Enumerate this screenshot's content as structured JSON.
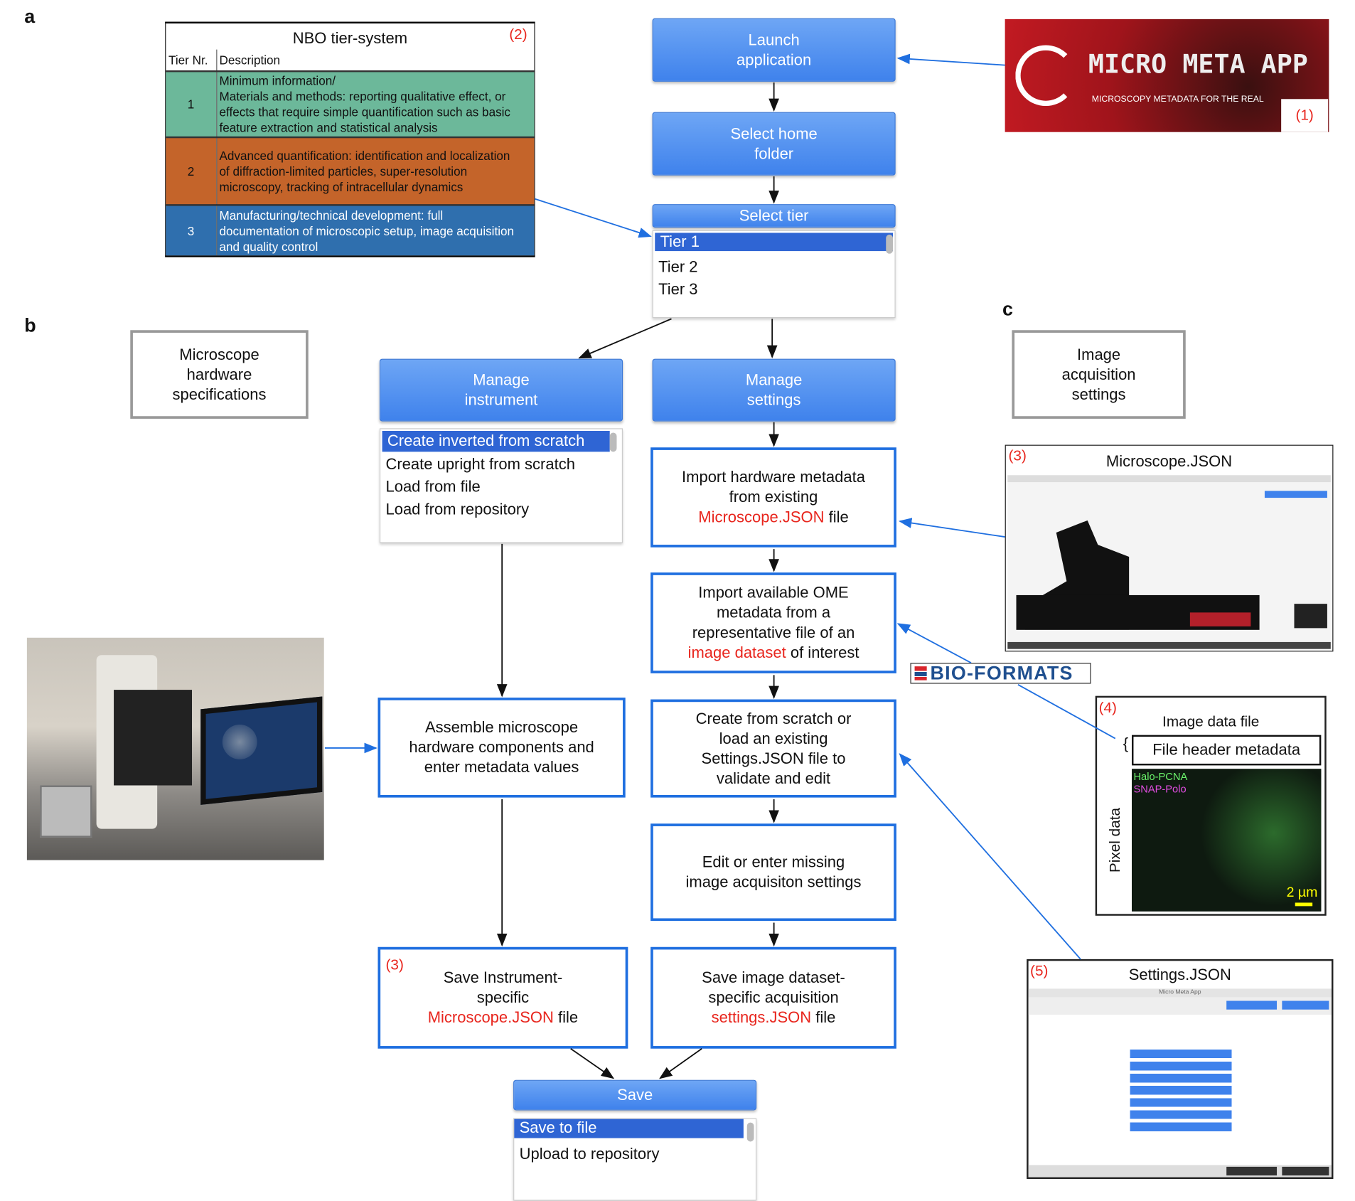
{
  "panels": {
    "a": "a",
    "b": "b",
    "c": "c"
  },
  "nbo": {
    "title": "NBO tier-system",
    "ref": "(2)",
    "headers": [
      "Tier Nr.",
      "Description"
    ],
    "rows": [
      {
        "tier": "1",
        "lines": [
          "Minimum information/",
          "Materials and methods: reporting qualitative effect, or",
          "effects that require simple quantification such as basic",
          "feature extraction and statistical analysis"
        ],
        "color": "#6cb89a"
      },
      {
        "tier": "2",
        "lines": [
          "Advanced quantification: identification and localization",
          "of diffraction-limited particles, super-resolution",
          "microscopy, tracking of intracellular dynamics"
        ],
        "color": "#c4642a"
      },
      {
        "tier": "3",
        "lines": [
          "Manufacturing/technical development: full",
          "documentation of microscopic setup, image acquisition",
          "and quality control"
        ],
        "color": "#2f6fae"
      }
    ]
  },
  "logo": {
    "text": "MICRO META APP",
    "subtitle": "MICROSCOPY METADATA FOR THE REAL",
    "ref": "(1)"
  },
  "flow": {
    "launch": [
      "Launch",
      "application"
    ],
    "home": [
      "Select home",
      "folder"
    ],
    "tier": {
      "header": "Select tier",
      "options": [
        "Tier 1",
        "Tier 2",
        "Tier 3"
      ],
      "selected": "Tier 1"
    },
    "manage_instrument": [
      "Manage",
      "instrument"
    ],
    "manage_settings": [
      "Manage",
      "settings"
    ],
    "instrument_options": [
      "Create inverted from scratch",
      "Create upright from scratch",
      "Load from file",
      "Load from repository"
    ],
    "instrument_selected": "Create inverted from scratch",
    "import_hw": {
      "l1": "Import hardware metadata",
      "l2": "from existing",
      "red": "Microscope.JSON",
      "tail": " file"
    },
    "import_ome": {
      "l1": "Import available OME",
      "l2": "metadata from a",
      "l3": "representative file of an",
      "red": "image dataset",
      "tail": " of interest"
    },
    "create": [
      "Create from scratch or",
      "load an existing",
      "Settings.JSON file to",
      "validate and edit"
    ],
    "edit": [
      "Edit or enter missing",
      "image acquisiton settings"
    ],
    "save_dataset": {
      "l1": "Save image dataset-",
      "l2": "specific acquisition",
      "red": "settings.JSON",
      "tail": " file"
    },
    "assemble": [
      "Assemble microscope",
      "hardware components and",
      "enter metadata values"
    ],
    "save_instr": {
      "ref": "(3)",
      "l1": "Save Instrument-",
      "l2": "specific",
      "red": "Microscope.JSON",
      "tail": " file"
    },
    "save": {
      "header": "Save",
      "options": [
        "Save to file",
        "Upload to repository"
      ],
      "selected": "Save to file"
    }
  },
  "b_box": [
    "Microscope",
    "hardware",
    "specifications"
  ],
  "c_box": [
    "Image",
    "acquisition",
    "settings"
  ],
  "microscope_json": {
    "ref": "(3)",
    "title": "Microscope.JSON"
  },
  "bioformats": "BIO-FORMATS",
  "image_file": {
    "ref": "(4)",
    "title": "Image data file",
    "brace": "{",
    "header": "File header metadata",
    "axis": "Pixel data",
    "ch1": "Halo-PCNA",
    "ch2": "SNAP-Polo",
    "scale": "2 µm"
  },
  "settings_json": {
    "ref": "(5)",
    "title": "Settings.JSON",
    "window": "Micro Meta App"
  },
  "colors": {
    "accent": "#3f82ec",
    "outline": "#1f6fe0",
    "red": "#e8251d"
  }
}
